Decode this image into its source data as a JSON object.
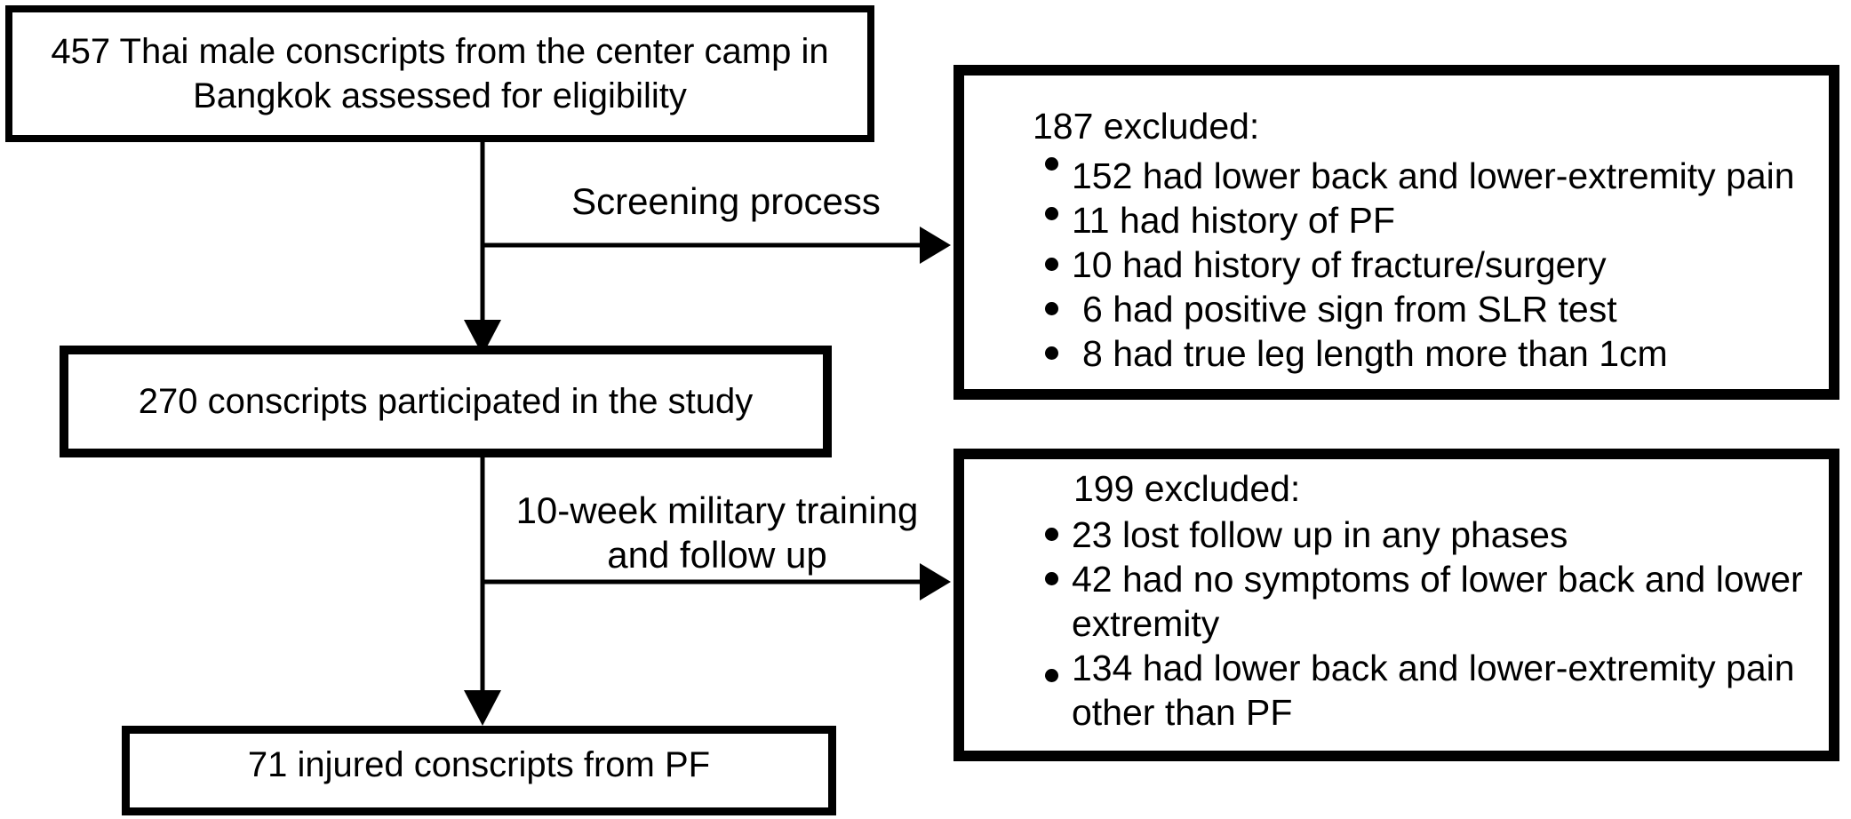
{
  "colors": {
    "ink": "#000000",
    "background": "#ffffff"
  },
  "flow": {
    "box_eligibility": "457 Thai male conscripts from the center camp in Bangkok assessed for eligibility",
    "label_screening": "Screening process",
    "box_excluded_screening": {
      "heading": "187 excluded:",
      "items": [
        "152 had lower back and lower-extremity pain",
        "11 had history of PF",
        "10 had history of fracture/surgery",
        "6 had positive sign from SLR test",
        "8 had true leg length more than 1cm"
      ]
    },
    "box_participated": "270 conscripts participated in the study",
    "label_training": "10-week military training and follow up",
    "box_excluded_training": {
      "heading": "199 excluded:",
      "items": [
        "23 lost follow up in any phases",
        "42 had no symptoms of lower back and lower extremity",
        "134 had lower back and lower-extremity pain other than PF"
      ]
    },
    "box_injured": "71 injured conscripts from PF"
  }
}
